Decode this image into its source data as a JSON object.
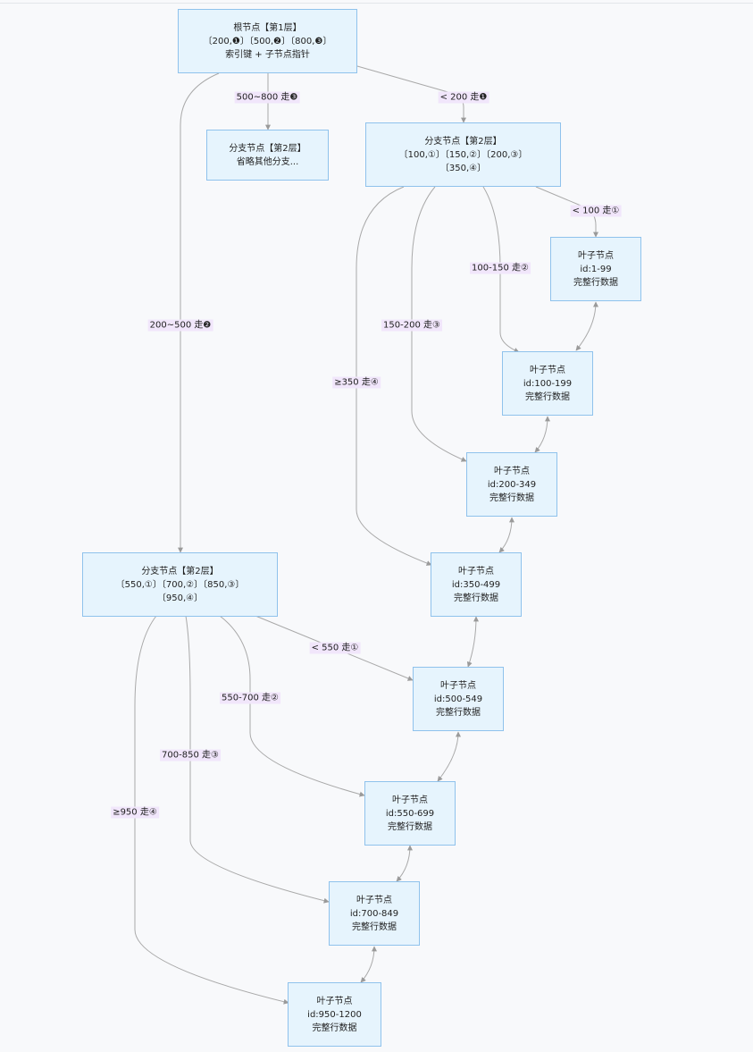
{
  "nodes": {
    "root": [
      "根节点【第1层】",
      "〔200,❶〕〔500,❷〕〔800,❸〕",
      "索引键 + 子节点指针"
    ],
    "branch_omit": [
      "分支节点【第2层】",
      "省略其他分支..."
    ],
    "branch_a": [
      "分支节点【第2层】",
      "〔100,①〕〔150,②〕〔200,③〕",
      "〔350,④〕"
    ],
    "branch_b": [
      "分支节点【第2层】",
      "〔550,①〕〔700,②〕〔850,③〕",
      "〔950,④〕"
    ],
    "leaf_1": [
      "叶子节点",
      "id:1-99",
      "完整行数据"
    ],
    "leaf_2": [
      "叶子节点",
      "id:100-199",
      "完整行数据"
    ],
    "leaf_3": [
      "叶子节点",
      "id:200-349",
      "完整行数据"
    ],
    "leaf_4": [
      "叶子节点",
      "id:350-499",
      "完整行数据"
    ],
    "leaf_5": [
      "叶子节点",
      "id:500-549",
      "完整行数据"
    ],
    "leaf_6": [
      "叶子节点",
      "id:550-699",
      "完整行数据"
    ],
    "leaf_7": [
      "叶子节点",
      "id:700-849",
      "完整行数据"
    ],
    "leaf_8": [
      "叶子节点",
      "id:950-1200",
      "完整行数据"
    ]
  },
  "edge_labels": {
    "root_omit": "500~800 走❸",
    "root_a": "< 200 走❶",
    "root_b": "200~500 走❷",
    "a_leaf1": "< 100 走①",
    "a_leaf2": "100-150 走②",
    "a_leaf3": "150-200 走③",
    "a_leaf4": "≥350 走④",
    "b_leaf5": "< 550 走①",
    "b_leaf6": "550-700 走②",
    "b_leaf7": "700-850 走③",
    "b_leaf8": "≥950 走④"
  },
  "colors": {
    "node_fill": "#e6f4fd",
    "node_border": "#8fc2ec",
    "edge": "#a9a9a9",
    "label_fill": "#f1e6fb"
  }
}
